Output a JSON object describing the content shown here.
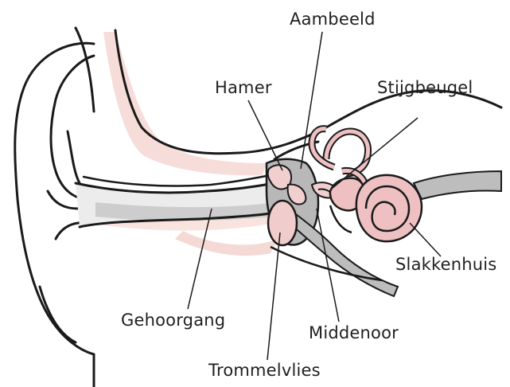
{
  "labels": {
    "aambeeld": "Aambeeld",
    "hamer": "Hamer",
    "stijgbeugel": "Stijgbeugel",
    "slakkenhuis": "Slakkenhuis",
    "gehoorgang": "Gehoorgang",
    "middenoor": "Middenoor",
    "trommelvlies": "Trommelvlies"
  },
  "colors": {
    "outline": "#1a1a1a",
    "skin_pink": "#f2c9c4",
    "inner_ear_pink": "#eec0c2",
    "canal_gray": "#b8b8b8",
    "background": "#ffffff"
  }
}
